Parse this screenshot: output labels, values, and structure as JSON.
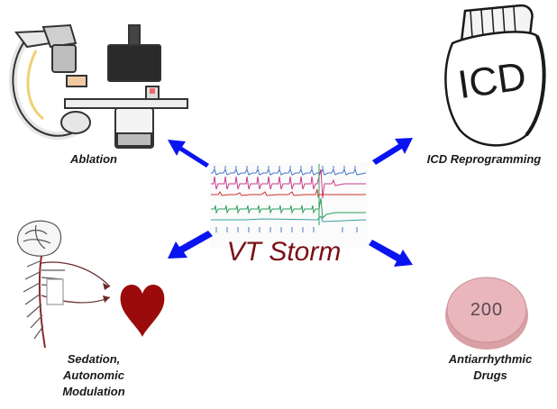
{
  "center": {
    "title": "VT Storm"
  },
  "branches": {
    "ablation": {
      "label": "Ablation"
    },
    "icd": {
      "label": "ICD Reprogramming",
      "device_text": "ICD"
    },
    "sedation": {
      "label_lines": [
        "Sedation,",
        "Autonomic",
        "Modulation"
      ]
    },
    "drugs": {
      "label_lines": [
        "Antiarrhythmic",
        "Drugs"
      ],
      "pill_text": "200"
    }
  },
  "colors": {
    "arrow": "#0a14f0",
    "title": "#7a0f14",
    "heart": "#9b0b0b",
    "pill": "#e8b6bb",
    "ecg_blue": "#4a78c8",
    "ecg_pink": "#c83a8c",
    "ecg_green": "#2aa05a",
    "ecg_red": "#d23030"
  },
  "icons": [
    "ablation-lab-icon",
    "icd-device-icon",
    "ecg-strip-icon",
    "nervous-system-icon",
    "heart-icon",
    "pill-icon",
    "arrow-icon"
  ]
}
